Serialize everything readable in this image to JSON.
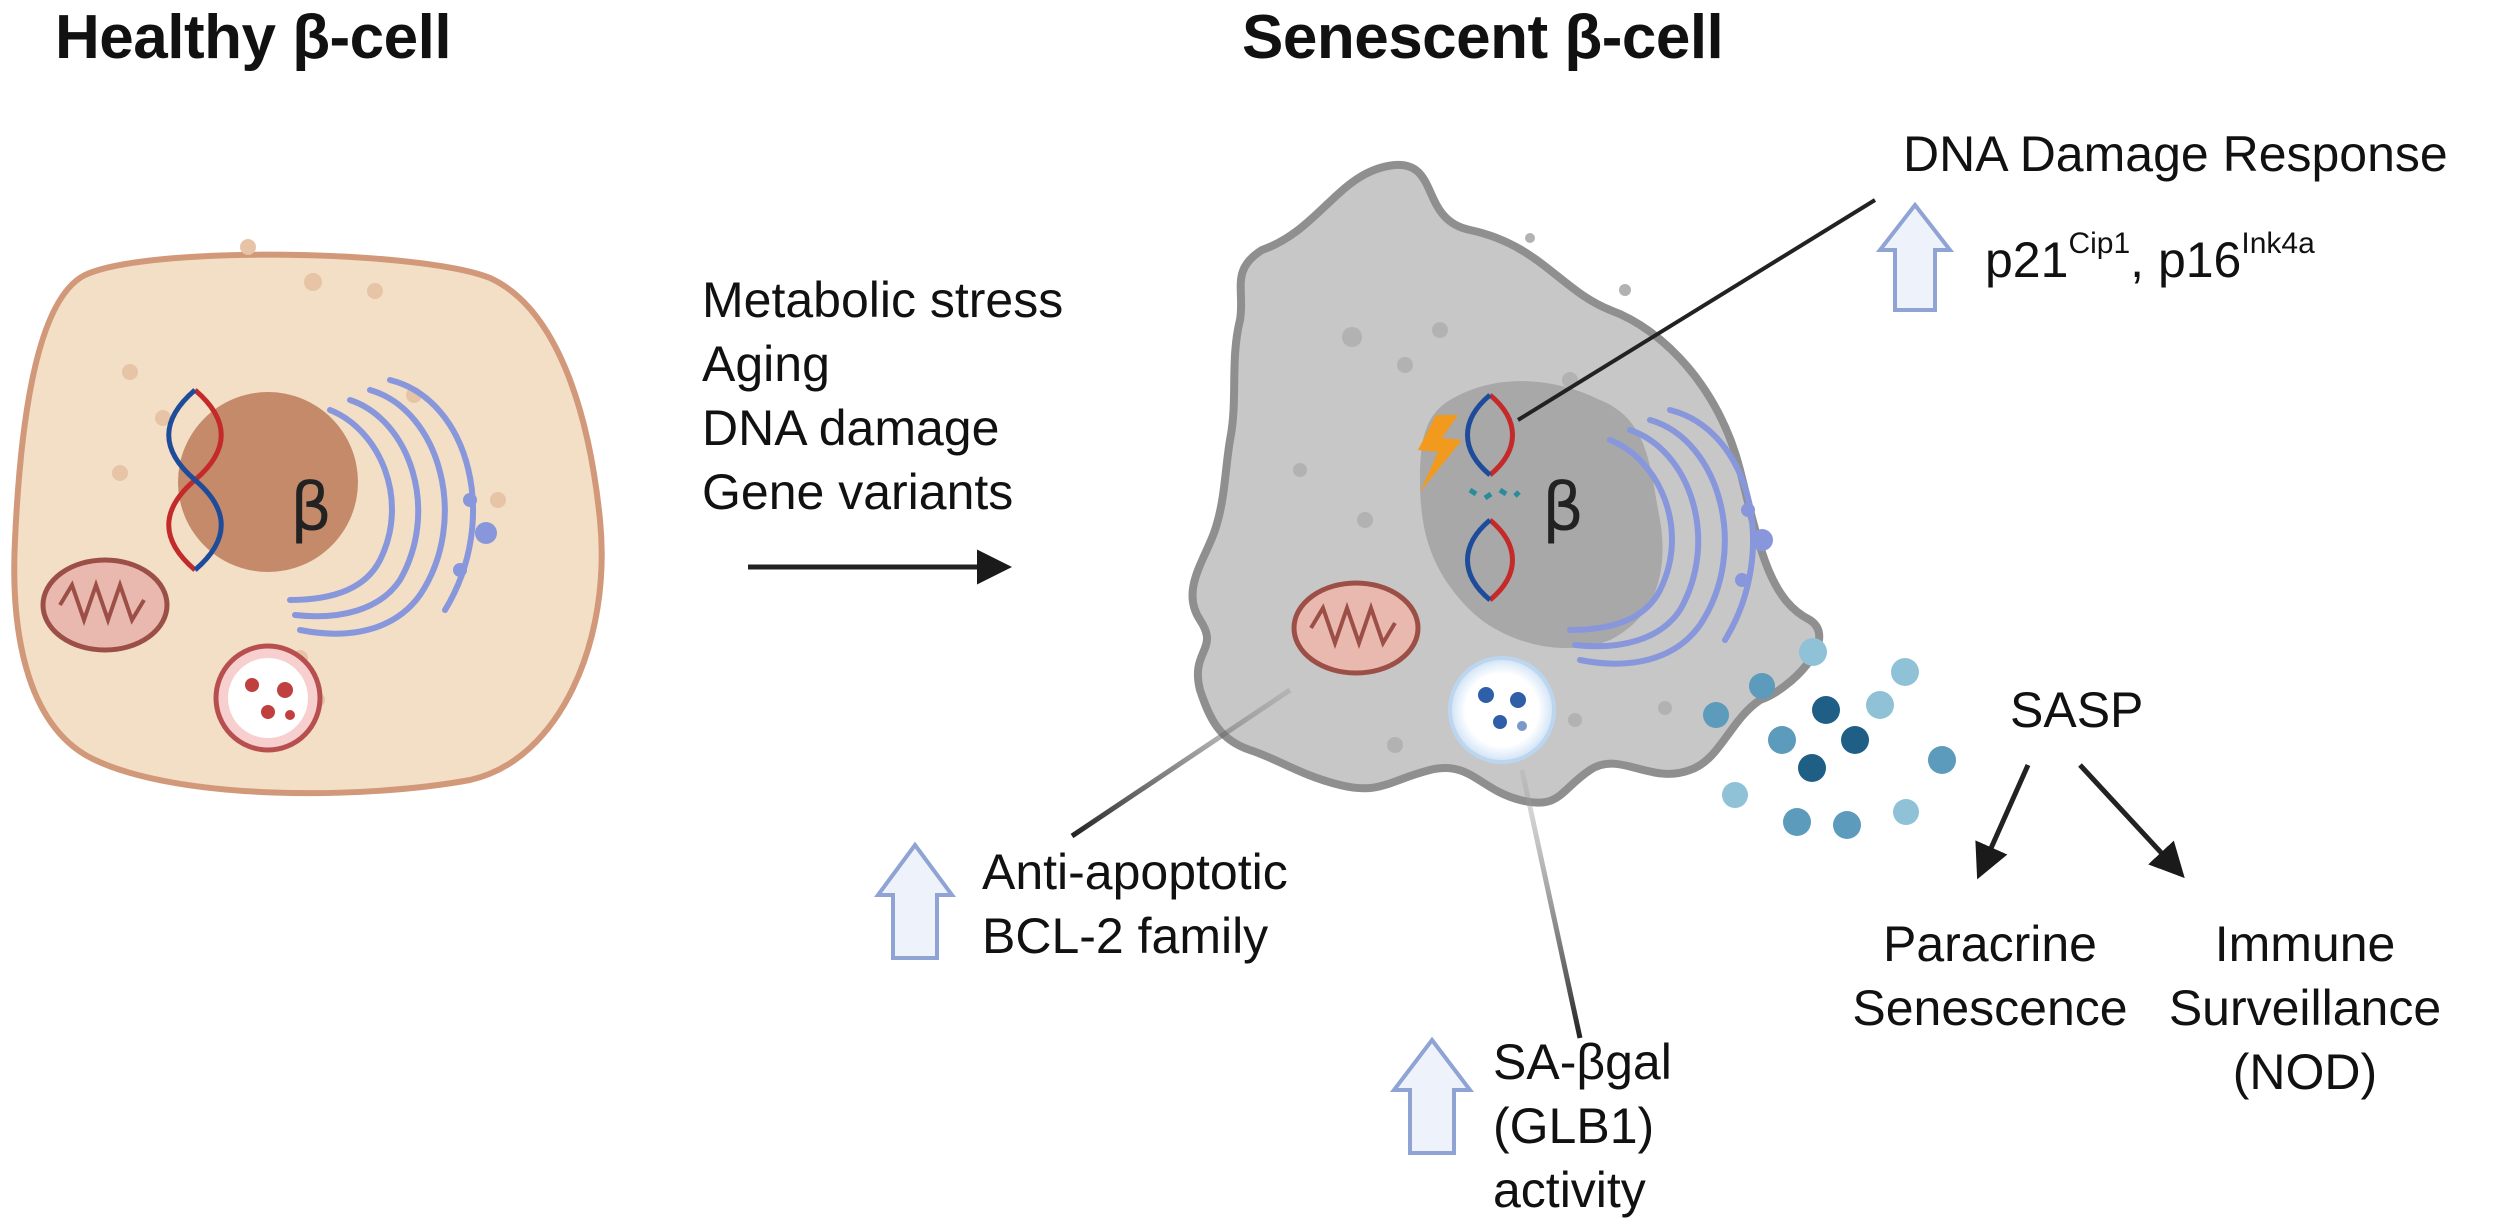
{
  "titles": {
    "healthy": "Healthy β-cell",
    "senescent": "Senescent β-cell"
  },
  "cell_labels": {
    "healthy_nucleus": "β",
    "senescent_nucleus": "β"
  },
  "stressors": [
    "Metabolic stress",
    "Aging",
    "DNA damage",
    "Gene variants"
  ],
  "ddr": {
    "title": "DNA Damage Response",
    "p21": "p21",
    "p21_sup": "Cip1",
    "sep": ", ",
    "p16": "p16",
    "p16_sup": "Ink4a"
  },
  "anti_apoptotic": [
    "Anti-apoptotic",
    "BCL-2 family"
  ],
  "sa_bgal": [
    "SA-βgal",
    "(GLB1)",
    "activity"
  ],
  "sasp": {
    "title": "SASP",
    "paracrine": [
      "Paracrine",
      "Senescence"
    ],
    "immune": [
      "Immune",
      "Surveillance",
      "(NOD)"
    ]
  },
  "colors": {
    "healthy_cytoplasm": "#f3dfc6",
    "healthy_membrane": "#d2987a",
    "healthy_nucleus": "#c48a6a",
    "senescent_cytoplasm": "#c7c7c7",
    "senescent_membrane": "#8f8f8f",
    "senescent_nucleus": "#a8a8a8",
    "er": "#8897dc",
    "up_arrow_fill": "#eef2fb",
    "up_arrow_stroke": "#8fa3d4",
    "sasp_dark": "#1f5f86",
    "sasp_light": "#8fc2d6"
  },
  "icons": [
    "dna-icon",
    "endoplasmic-reticulum-icon",
    "mitochondrion-icon",
    "lysosome-icon",
    "lightning-icon",
    "up-arrow-icon"
  ]
}
